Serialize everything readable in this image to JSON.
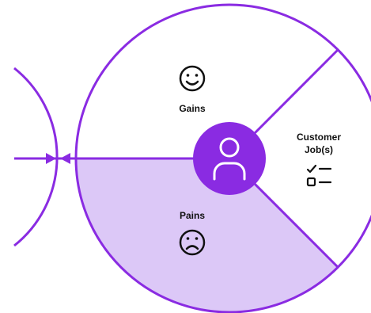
{
  "canvas": {
    "name": "value-proposition-customer-profile"
  },
  "segments": {
    "gains": {
      "label": "Gains",
      "icon": "smile-face-icon"
    },
    "pains": {
      "label": "Pains",
      "icon": "frown-face-icon"
    },
    "customer_jobs": {
      "label_line1": "Customer",
      "label_line2": "Job(s)",
      "icon": "checklist-icon"
    }
  },
  "center": {
    "icon": "person-icon"
  },
  "colors": {
    "accent": "#8a2be2",
    "pains_fill": "#dcc8f7",
    "text": "#111111",
    "background": "#ffffff"
  }
}
